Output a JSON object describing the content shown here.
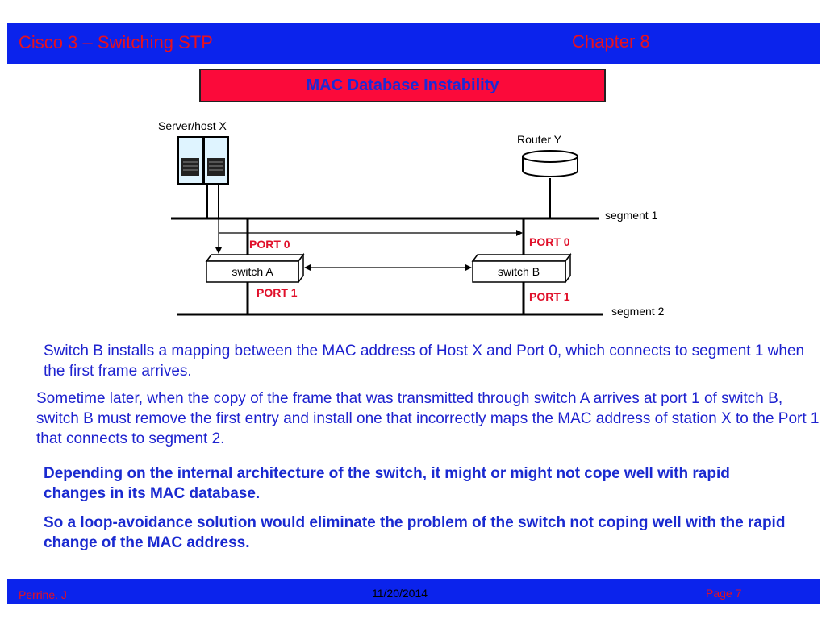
{
  "header": {
    "left_title": "Cisco 3 – Switching STP",
    "right_title": "Chapter 8"
  },
  "slide_title": "MAC Database Instability",
  "diagram": {
    "server_label": "Server/host X",
    "router_label": "Router Y",
    "segment1_label": "segment 1",
    "segment2_label": "segment  2",
    "switch_a_label": "switch A",
    "switch_b_label": "switch B",
    "switch_a_port0": "PORT 0",
    "switch_a_port1": "PORT 1",
    "switch_b_port0": "PORT 0",
    "switch_b_port1": "PORT 1"
  },
  "body": {
    "p1": "Switch B installs a mapping between the MAC address of Host X and Port 0, which connects to segment 1 when the first frame arrives.",
    "p2": "Sometime later, when the copy of the frame that was transmitted through switch A arrives at port 1 of switch B, switch B must remove the first entry and install one that incorrectly maps the MAC address of station X to the Port 1 that connects to segment 2.",
    "p3": "Depending on the internal architecture of the switch, it might or might not cope well with rapid changes in its MAC database.",
    "p4": "So a loop-avoidance solution would eliminate the problem of the switch not coping well with the rapid change of the MAC address."
  },
  "footer": {
    "author": "Perrine. J",
    "date": "11/20/2014",
    "page": "Page 7"
  },
  "colors": {
    "bar_blue": "#0b23ec",
    "accent_red": "#e8101e",
    "title_red": "#fb0a3a",
    "text_blue": "#1e22cf",
    "port_red": "#e0102a"
  }
}
